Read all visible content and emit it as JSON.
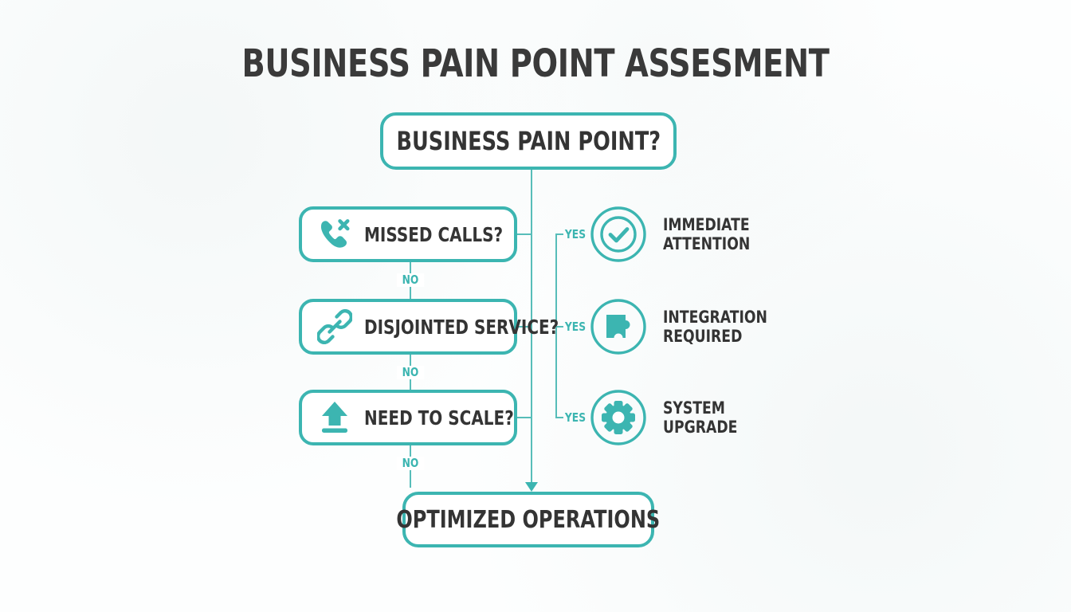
{
  "page": {
    "title": "BUSINESS PAIN POINT ASSESMENT",
    "accent_color": "#3cb5b1",
    "line_color": "#57bdb9",
    "text_color": "#343434",
    "background_color": "#fdfefe"
  },
  "flow": {
    "root": {
      "label": "BUSINESS PAIN POINT?"
    },
    "decisions": [
      {
        "label": "MISSED CALLS?",
        "icon": "missed-call-icon",
        "no_label": "NO",
        "yes_label": "YES"
      },
      {
        "label": "DISJOINTED SERVICE?",
        "icon": "chain-link-icon",
        "no_label": "NO",
        "yes_label": "YES"
      },
      {
        "label": "NEED TO SCALE?",
        "icon": "upload-arrow-icon",
        "no_label": "NO",
        "yes_label": "YES"
      }
    ],
    "outcomes": [
      {
        "line1": "IMMEDIATE",
        "line2": "ATTENTION",
        "icon": "check-circle-icon"
      },
      {
        "line1": "INTEGRATION",
        "line2": "REQUIRED",
        "icon": "puzzle-piece-icon"
      },
      {
        "line1": "SYSTEM",
        "line2": "UPGRADE",
        "icon": "gear-icon"
      }
    ],
    "final": {
      "label": "OPTIMIZED OPERATIONS"
    }
  }
}
